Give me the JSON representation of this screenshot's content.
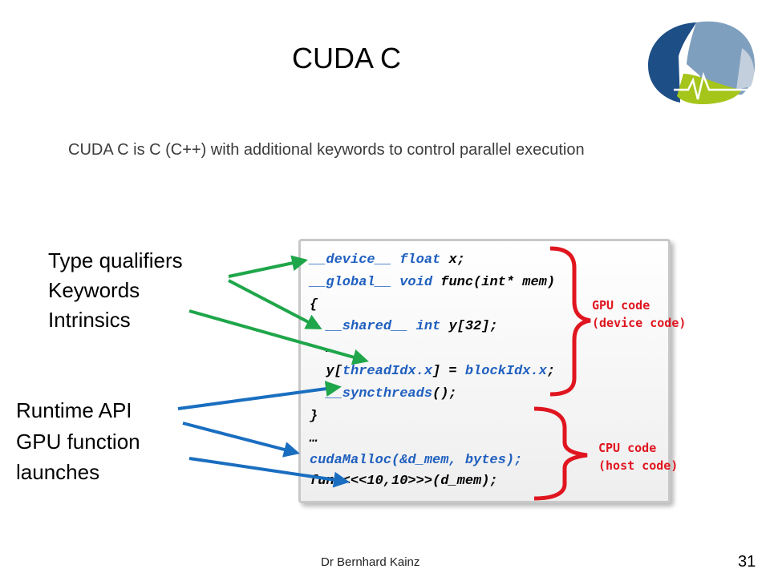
{
  "slide": {
    "title": "CUDA C",
    "subtitle": "CUDA C is C (C++) with additional keywords to control parallel execution",
    "labels": {
      "type_qualifiers": "Type qualifiers",
      "keywords": "Keywords",
      "intrinsics": "Intrinsics",
      "runtime_api": "Runtime API",
      "gpu_function": "GPU function",
      "launches": "launches"
    },
    "code": {
      "line1_kw": "__device__",
      "line1_type": "float",
      "line1_rest": "x;",
      "line2_kw": "__global__",
      "line2_type": "void",
      "line2_rest": "func(int* mem)",
      "line3": "{",
      "line4_kw": "__shared__",
      "line4_type": "int",
      "line4_rest": "y[32];",
      "line5": "…",
      "line6_a": "y[",
      "line6_b": "threadIdx.x",
      "line6_c": "] = ",
      "line6_d": "blockIdx.x",
      "line6_e": ";",
      "line7_kw": "__syncthreads",
      "line7_rest": "();",
      "line8": "}",
      "line9": "…",
      "line10": "cudaMalloc(&d_mem, bytes);",
      "line11": "func<<<10,10>>>(d_mem);"
    },
    "gpu_note": {
      "line1": "GPU code",
      "line2": "(device code)"
    },
    "cpu_note": {
      "line1": "CPU code",
      "line2": "(host code)"
    },
    "footer": "Dr Bernhard Kainz",
    "page_number": "31",
    "colors": {
      "green_arrow": "#1fa64a",
      "blue_arrow": "#1a6ec0",
      "red": "#e0151f",
      "keyword_blue": "#1f5fbf"
    }
  }
}
